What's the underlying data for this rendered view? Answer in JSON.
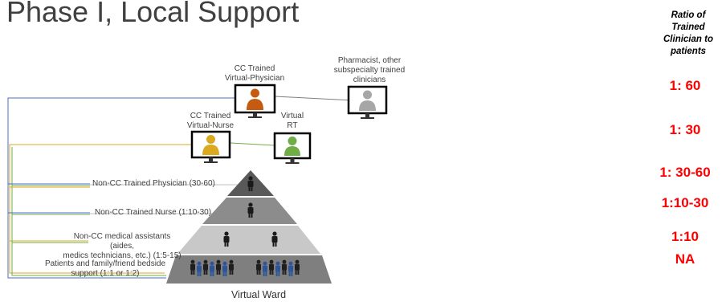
{
  "title": "Phase I, Local Support",
  "ratio_header": [
    "Ratio of",
    "Trained",
    "Clinician to",
    "patients"
  ],
  "ratios": [
    "1: 60",
    "1: 30",
    "1: 30-60",
    "1:10-30",
    "1:10",
    "NA"
  ],
  "roles": {
    "physician": [
      "CC Trained",
      "Virtual-Physician"
    ],
    "pharmacist": [
      "Pharmacist, other",
      "subspecialty trained",
      "clinicians"
    ],
    "nurse": [
      "CC Trained",
      "Virtual-Nurse"
    ],
    "rt": [
      "Virtual",
      "RT"
    ]
  },
  "tiers": {
    "physician": "Non-CC Trained Physician (30-60)",
    "nurse": "Non-CC Trained Nurse (1:10-30)",
    "assistants": [
      "Non-CC medical assistants (aides,",
      "medics technicians, etc.) (1:5-15)"
    ],
    "patients": [
      "Patients and family/friend bedside",
      "support (1:1 or 1:2)"
    ]
  },
  "ward_label": "Virtual Ward",
  "colors": {
    "physician": "#c55a11",
    "pharmacist": "#a6a6a6",
    "nurse": "#dba920",
    "rt": "#70ad47",
    "tier1": "#595959",
    "tier2": "#8c8c8c",
    "tier3": "#c8c8c8",
    "tier4": "#7f7f7f",
    "patient": "#2e5597",
    "ratio": "#ff0000",
    "line_blue": "#4472c4",
    "line_gold": "#dba920",
    "line_green": "#70ad47"
  }
}
